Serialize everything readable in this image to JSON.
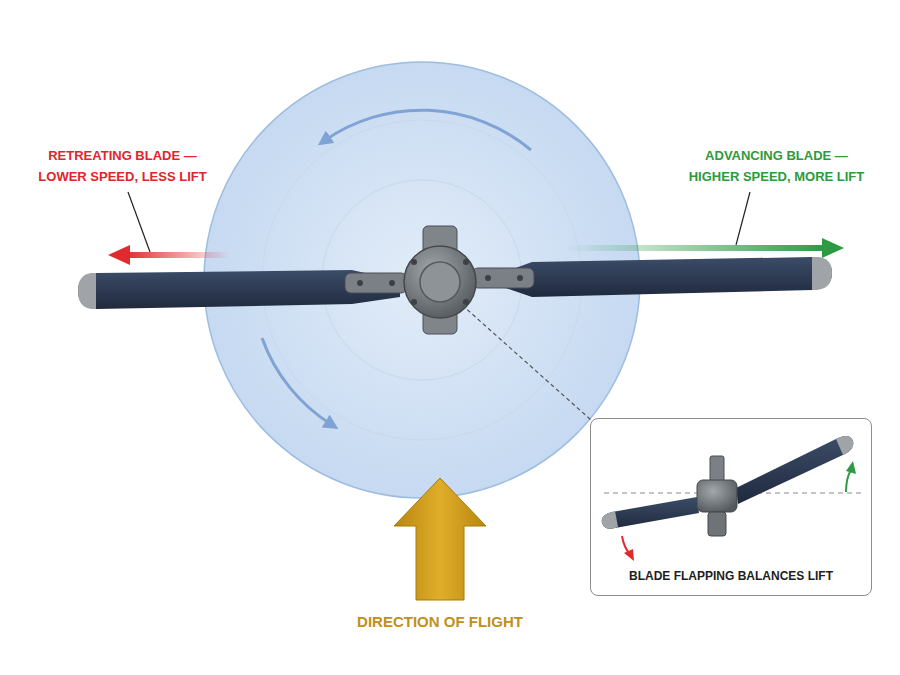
{
  "diagram": {
    "nodes": [
      {
        "text": [
          "BLADE FLAPPING BALANCES LIFT"
        ]
      }
    ],
    "labels": [
      "RETREATING BLADE — LOWER SPEED, LESS LIFT",
      "ADVANCING BLADE — HIGHER SPEED, MORE LIFT",
      "DIRECTION OF FLIGHT"
    ]
  }
}
